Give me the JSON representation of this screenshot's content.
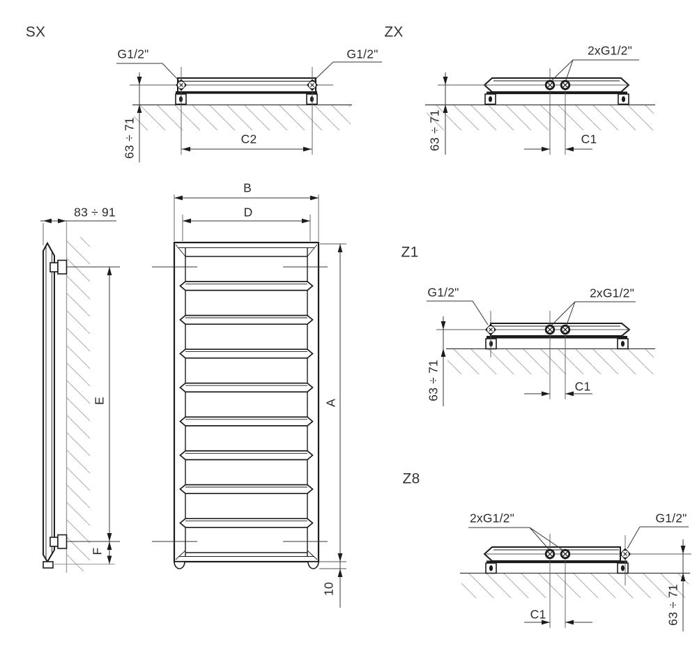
{
  "views": {
    "sx": {
      "label": "SX",
      "left_connection": "G1/2\"",
      "right_connection": "G1/2\"",
      "wall_distance": "63 ÷ 71",
      "connection_spacing": "C2"
    },
    "zx": {
      "label": "ZX",
      "center_connection": "2xG1/2\"",
      "wall_distance": "63 ÷ 71",
      "connection_spacing": "C1"
    },
    "z1": {
      "label": "Z1",
      "left_connection": "G1/2\"",
      "center_connection": "2xG1/2\"",
      "wall_distance": "63 ÷ 71",
      "connection_spacing": "C1"
    },
    "z8": {
      "label": "Z8",
      "center_connection": "2xG1/2\"",
      "right_connection": "G1/2\"",
      "wall_distance": "63 ÷ 71",
      "connection_spacing": "C1"
    },
    "side": {
      "depth_range": "83 ÷ 91",
      "bracket_span": "E",
      "bottom_bracket_offset": "F"
    },
    "front": {
      "overall_width": "B",
      "connection_width": "D",
      "height": "A",
      "bottom_clearance": "10"
    }
  }
}
